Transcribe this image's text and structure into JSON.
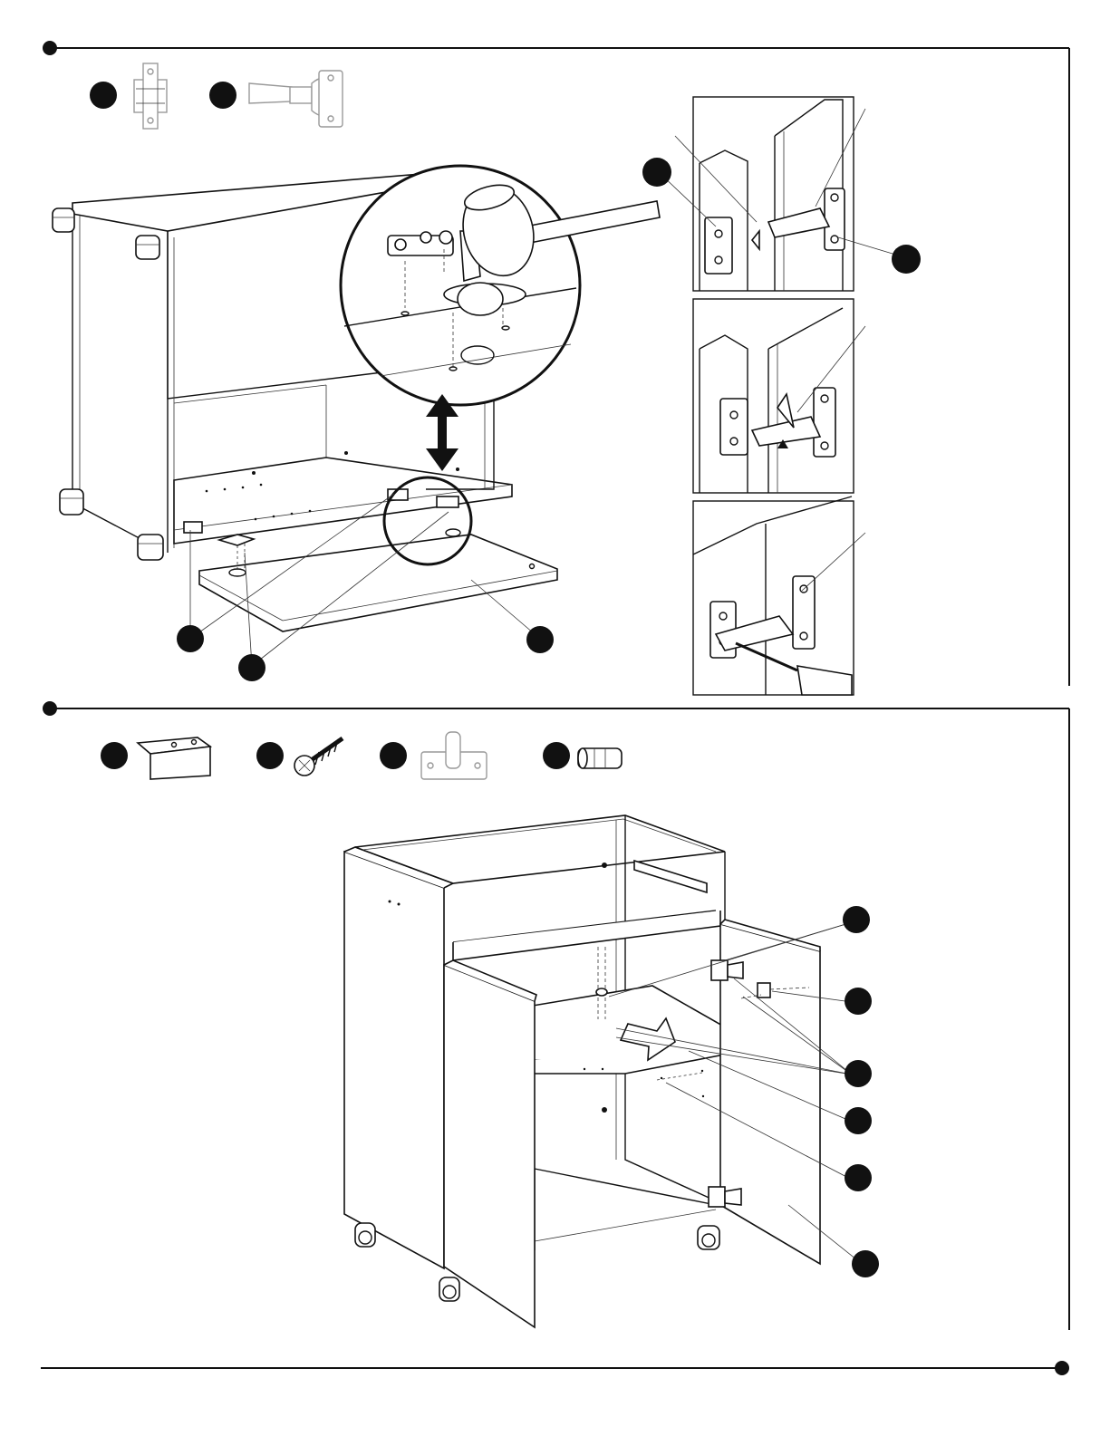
{
  "page": {
    "background": "#ffffff",
    "ink": "#111111"
  },
  "step_1": {
    "parts_row": [
      {
        "icon": "hinge-mounting-plate-icon"
      },
      {
        "icon": "cabinet-hinge-icon"
      }
    ],
    "callouts": [
      {
        "id": "callout-plate"
      },
      {
        "id": "callout-hinge"
      },
      {
        "id": "callout-bottom-panel"
      },
      {
        "id": "callout-hinge-step-1"
      },
      {
        "id": "callout-hinge-step-1b"
      }
    ],
    "insets": [
      {
        "icon": "hinge-clip-on-inset-icon"
      },
      {
        "icon": "hinge-lock-inset-icon"
      },
      {
        "icon": "hinge-screwdriver-adjust-inset-icon"
      }
    ]
  },
  "step_2": {
    "parts_row": [
      {
        "icon": "l-bracket-icon"
      },
      {
        "icon": "screw-icon"
      },
      {
        "icon": "shelf-support-pin-icon"
      },
      {
        "icon": "wood-dowel-icon"
      }
    ],
    "callouts": [
      {
        "id": "callout-right-door"
      },
      {
        "id": "callout-catch"
      },
      {
        "id": "callout-shelf-screws"
      },
      {
        "id": "callout-shelf"
      },
      {
        "id": "callout-shelf-pins"
      },
      {
        "id": "callout-door-panel"
      }
    ]
  }
}
